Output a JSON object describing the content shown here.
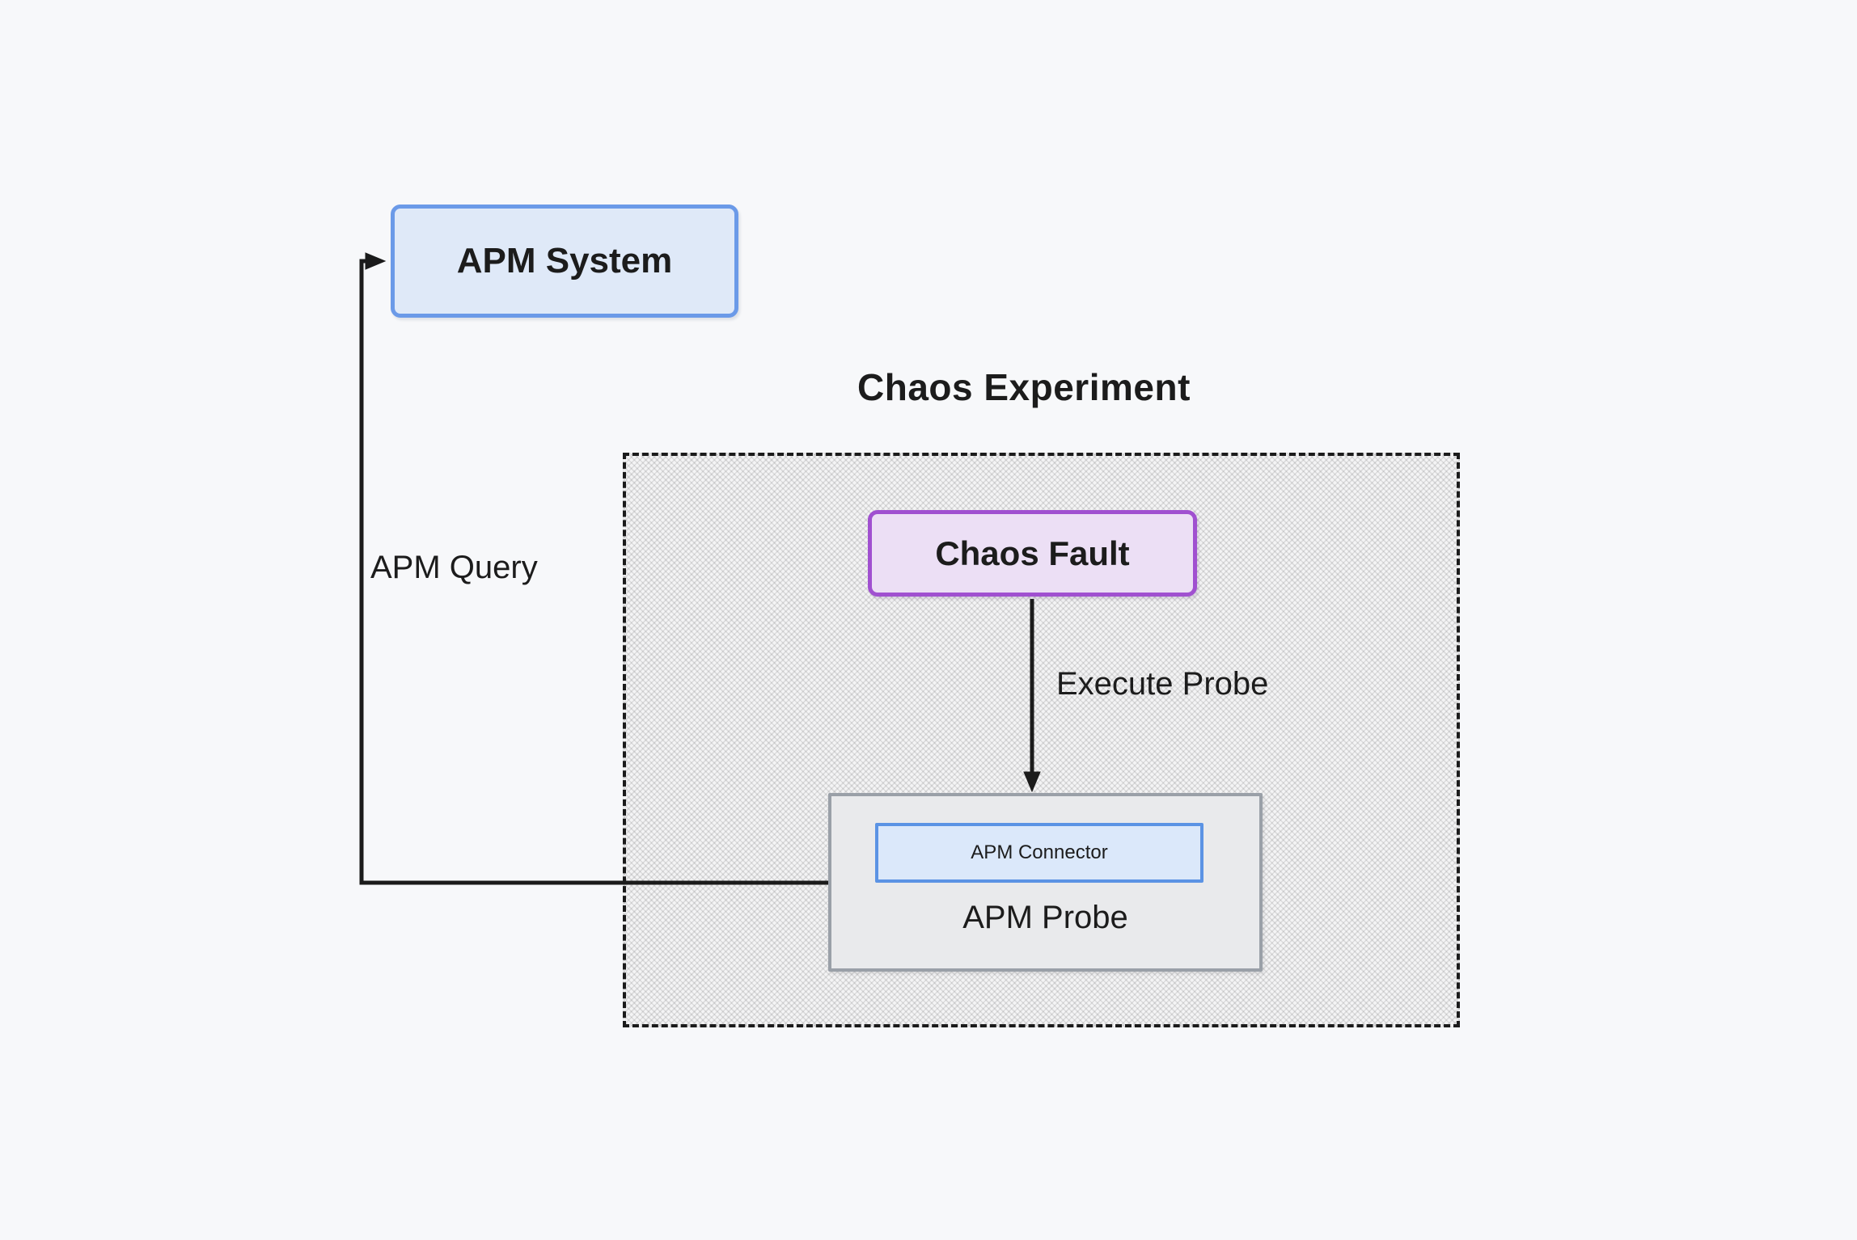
{
  "colors": {
    "page-bg": "#f7f8fa",
    "text": "#1c1c1c",
    "line": "#1b1b1b",
    "dashed-border": "#1b1b1b",
    "blue-node-fill": "#dfe9f8",
    "blue-node-border": "#6b9ae8",
    "purple-node-fill": "#ecdff5",
    "purple-node-border": "#a050d0",
    "probe-fill": "#e9eaec",
    "probe-border": "#9aa0a8",
    "connector-fill": "#dbe8fa",
    "connector-border": "#5b93e4",
    "hatch-base": "#f4f4f5",
    "hatch-line": "#6e6e6e2e"
  },
  "diagram": {
    "title": "Chaos Experiment",
    "nodes": {
      "apm_system": {
        "label": "APM System"
      },
      "chaos_fault": {
        "label": "Chaos Fault"
      },
      "apm_probe": {
        "label": "APM Probe"
      },
      "apm_connector": {
        "label": "APM Connector"
      }
    },
    "edges": {
      "apm_query": {
        "label": "APM Query"
      },
      "execute_probe": {
        "label": "Execute Probe"
      }
    }
  }
}
